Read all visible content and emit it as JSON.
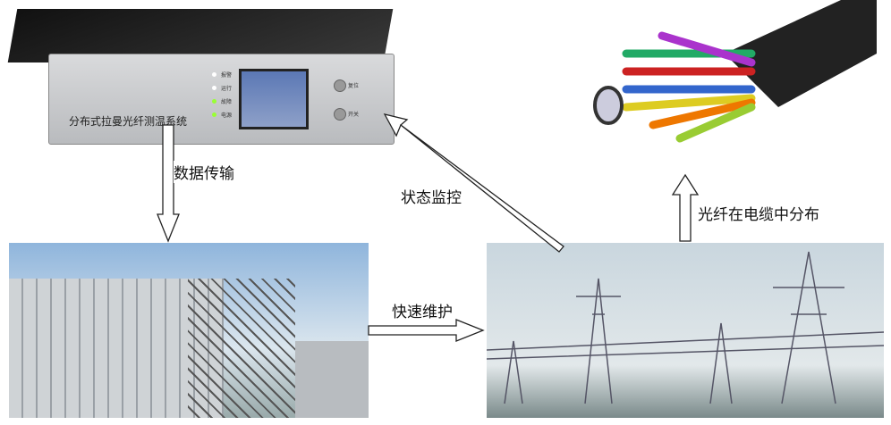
{
  "device": {
    "name": "分布式拉曼光纤测温系统",
    "indicators": [
      "报警",
      "运行",
      "故障",
      "电源"
    ],
    "buttons": [
      "复位",
      "开关"
    ]
  },
  "arrows": {
    "data_transfer": "数据传输",
    "status_monitor": "状态监控",
    "fast_maintenance": "快速维护",
    "fiber_in_cable": "光纤在电缆中分布"
  },
  "colors": {
    "panel": "#c8c9cc",
    "sky": "#c9d6de"
  }
}
